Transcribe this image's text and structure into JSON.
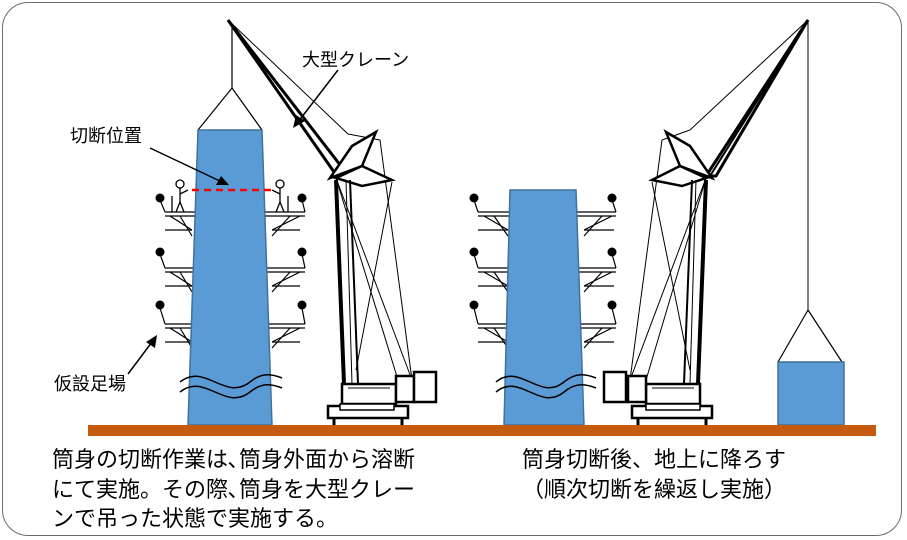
{
  "labels": {
    "crane": "大型クレーン",
    "cut_position": "切断位置",
    "scaffold": "仮設足場"
  },
  "captions": {
    "left": [
      "筒身の切断作業は､筒身外面から溶断",
      "にて実施。その際､筒身を大型クレー",
      "ンで吊った状態で実施する。"
    ],
    "right": [
      "筒身切断後、地上に降ろす",
      "（順次切断を繰返し実施）"
    ]
  },
  "colors": {
    "chimney": "#5b9bd5",
    "chimney_edge": "#41719c",
    "ground": "#c55a11",
    "cut_line": "#ff0000"
  }
}
